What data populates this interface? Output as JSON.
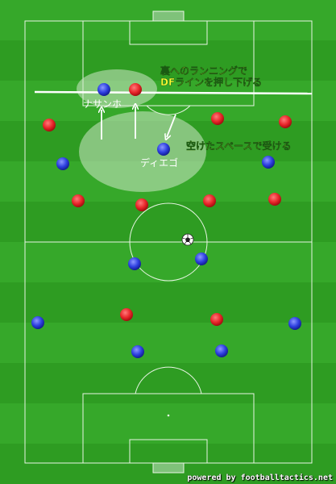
{
  "credit": "powered by footballtactics.net",
  "colors": {
    "pitch_stripe_a": "#36a82a",
    "pitch_stripe_b": "#2e9c22",
    "line": "#e8f5e4",
    "red_team": "#e8262a",
    "blue_team": "#2d3fe0",
    "annotation_yellow": "#ffff33",
    "annotation_white": "#ffffff",
    "zone_fill": "#cfe8c9"
  },
  "annotations": {
    "run_behind_line1": "裏へのランニングで",
    "run_behind_line2": "DFラインを押し下げる",
    "receive_space": "空けたスペースで受ける",
    "player_nasanho": "ナサンホ",
    "player_diego": "ディエゴ"
  },
  "icons": {
    "ball": "soccer-ball-icon",
    "arrows": "arrow-up-icon"
  }
}
